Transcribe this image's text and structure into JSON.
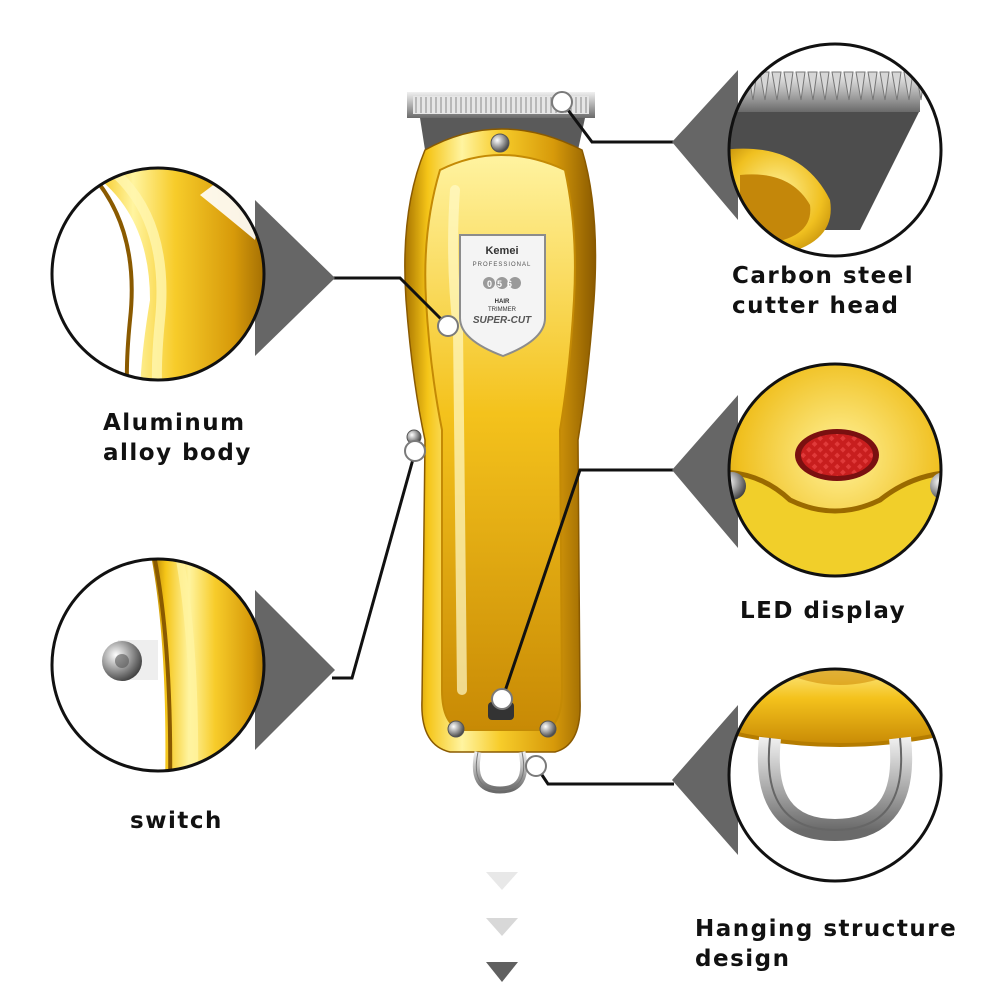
{
  "device": {
    "brand": "Kemei",
    "line": "PROFESSIONAL",
    "model": "056",
    "subtitle_1": "HAIR",
    "subtitle_2": "TRIMMER",
    "product": "SUPER-CUT"
  },
  "callouts": {
    "aluminum": {
      "line1": "Aluminum",
      "line2": "alloy body"
    },
    "switch": {
      "line1": "switch"
    },
    "carbon": {
      "line1": "Carbon steel",
      "line2": "cutter head"
    },
    "led": {
      "line1": "LED display"
    },
    "hanging": {
      "line1": "Hanging structure",
      "line2": "design"
    }
  },
  "colors": {
    "gold": "#f2c21a",
    "gold_dark": "#b8860b",
    "gold_light": "#fff07a",
    "leader": "#111111",
    "led_red": "#c81e1e",
    "arrow_light": "#e6e6e6",
    "arrow_dark": "#606060"
  }
}
